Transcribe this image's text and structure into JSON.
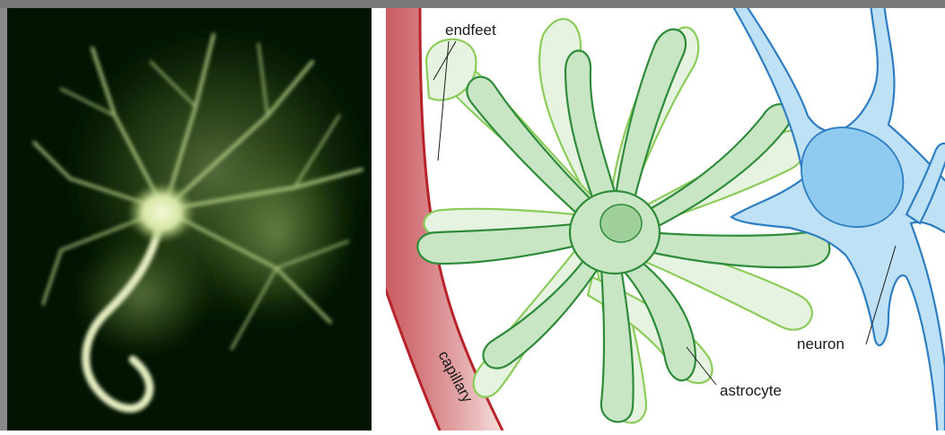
{
  "figure": {
    "micrograph": {
      "icon": "astrocyte-micrograph"
    },
    "diagram": {
      "labels": {
        "endfeet": "endfeet",
        "capillary": "capillary",
        "astrocyte": "astrocyte",
        "neuron": "neuron"
      }
    }
  },
  "colors": {
    "frame_gray": "#7a7a7a",
    "micrograph_bg": "#031502",
    "astrocyte_fill": "#c8e6c4",
    "astrocyte_stroke": "#2e8b3a",
    "endfeet_fill": "#e6f3e0",
    "endfeet_stroke": "#8ccc5a",
    "neuron_fill": "#bfe1f6",
    "neuron_stroke": "#2f7ec1",
    "nucleus_fill": "#8fcaf0",
    "capillary_red": "#b8232b"
  }
}
